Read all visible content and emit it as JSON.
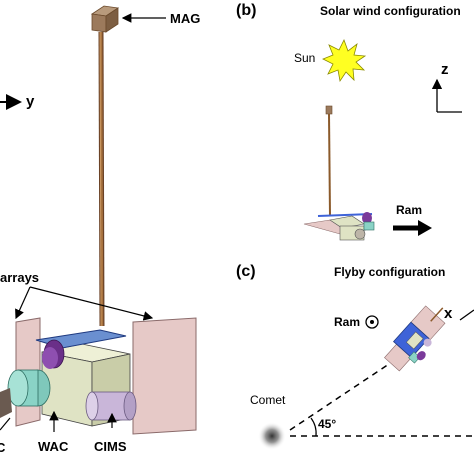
{
  "panel_b": {
    "letter": "(b)",
    "title": "Solar wind configuration",
    "sun_label": "Sun",
    "axis_z": "z",
    "ram_label": "Ram"
  },
  "panel_c": {
    "letter": "(c)",
    "title": "Flyby configuration",
    "ram_label": "Ram",
    "axis_x": "x",
    "comet_label": "Comet",
    "angle_label": "45°"
  },
  "panel_a": {
    "axis_y": "y",
    "mag_label": "MAG",
    "arrays_label": "arrays",
    "wac_label": "WAC",
    "cims_label": "CIMS",
    "partial_c_label": "C"
  },
  "colors": {
    "boom": "#8b5a2b",
    "mag_box": "#9c7a5c",
    "solar_panel": "#e6c9c7",
    "body": "#dfe3c4",
    "blue_plate": "#6a8fd0",
    "wac": "#7a3a9a",
    "teal": "#8ad3c6",
    "cims": "#c9b6d9",
    "sun": "#ffff22",
    "body_blue": "#3e63d8"
  }
}
